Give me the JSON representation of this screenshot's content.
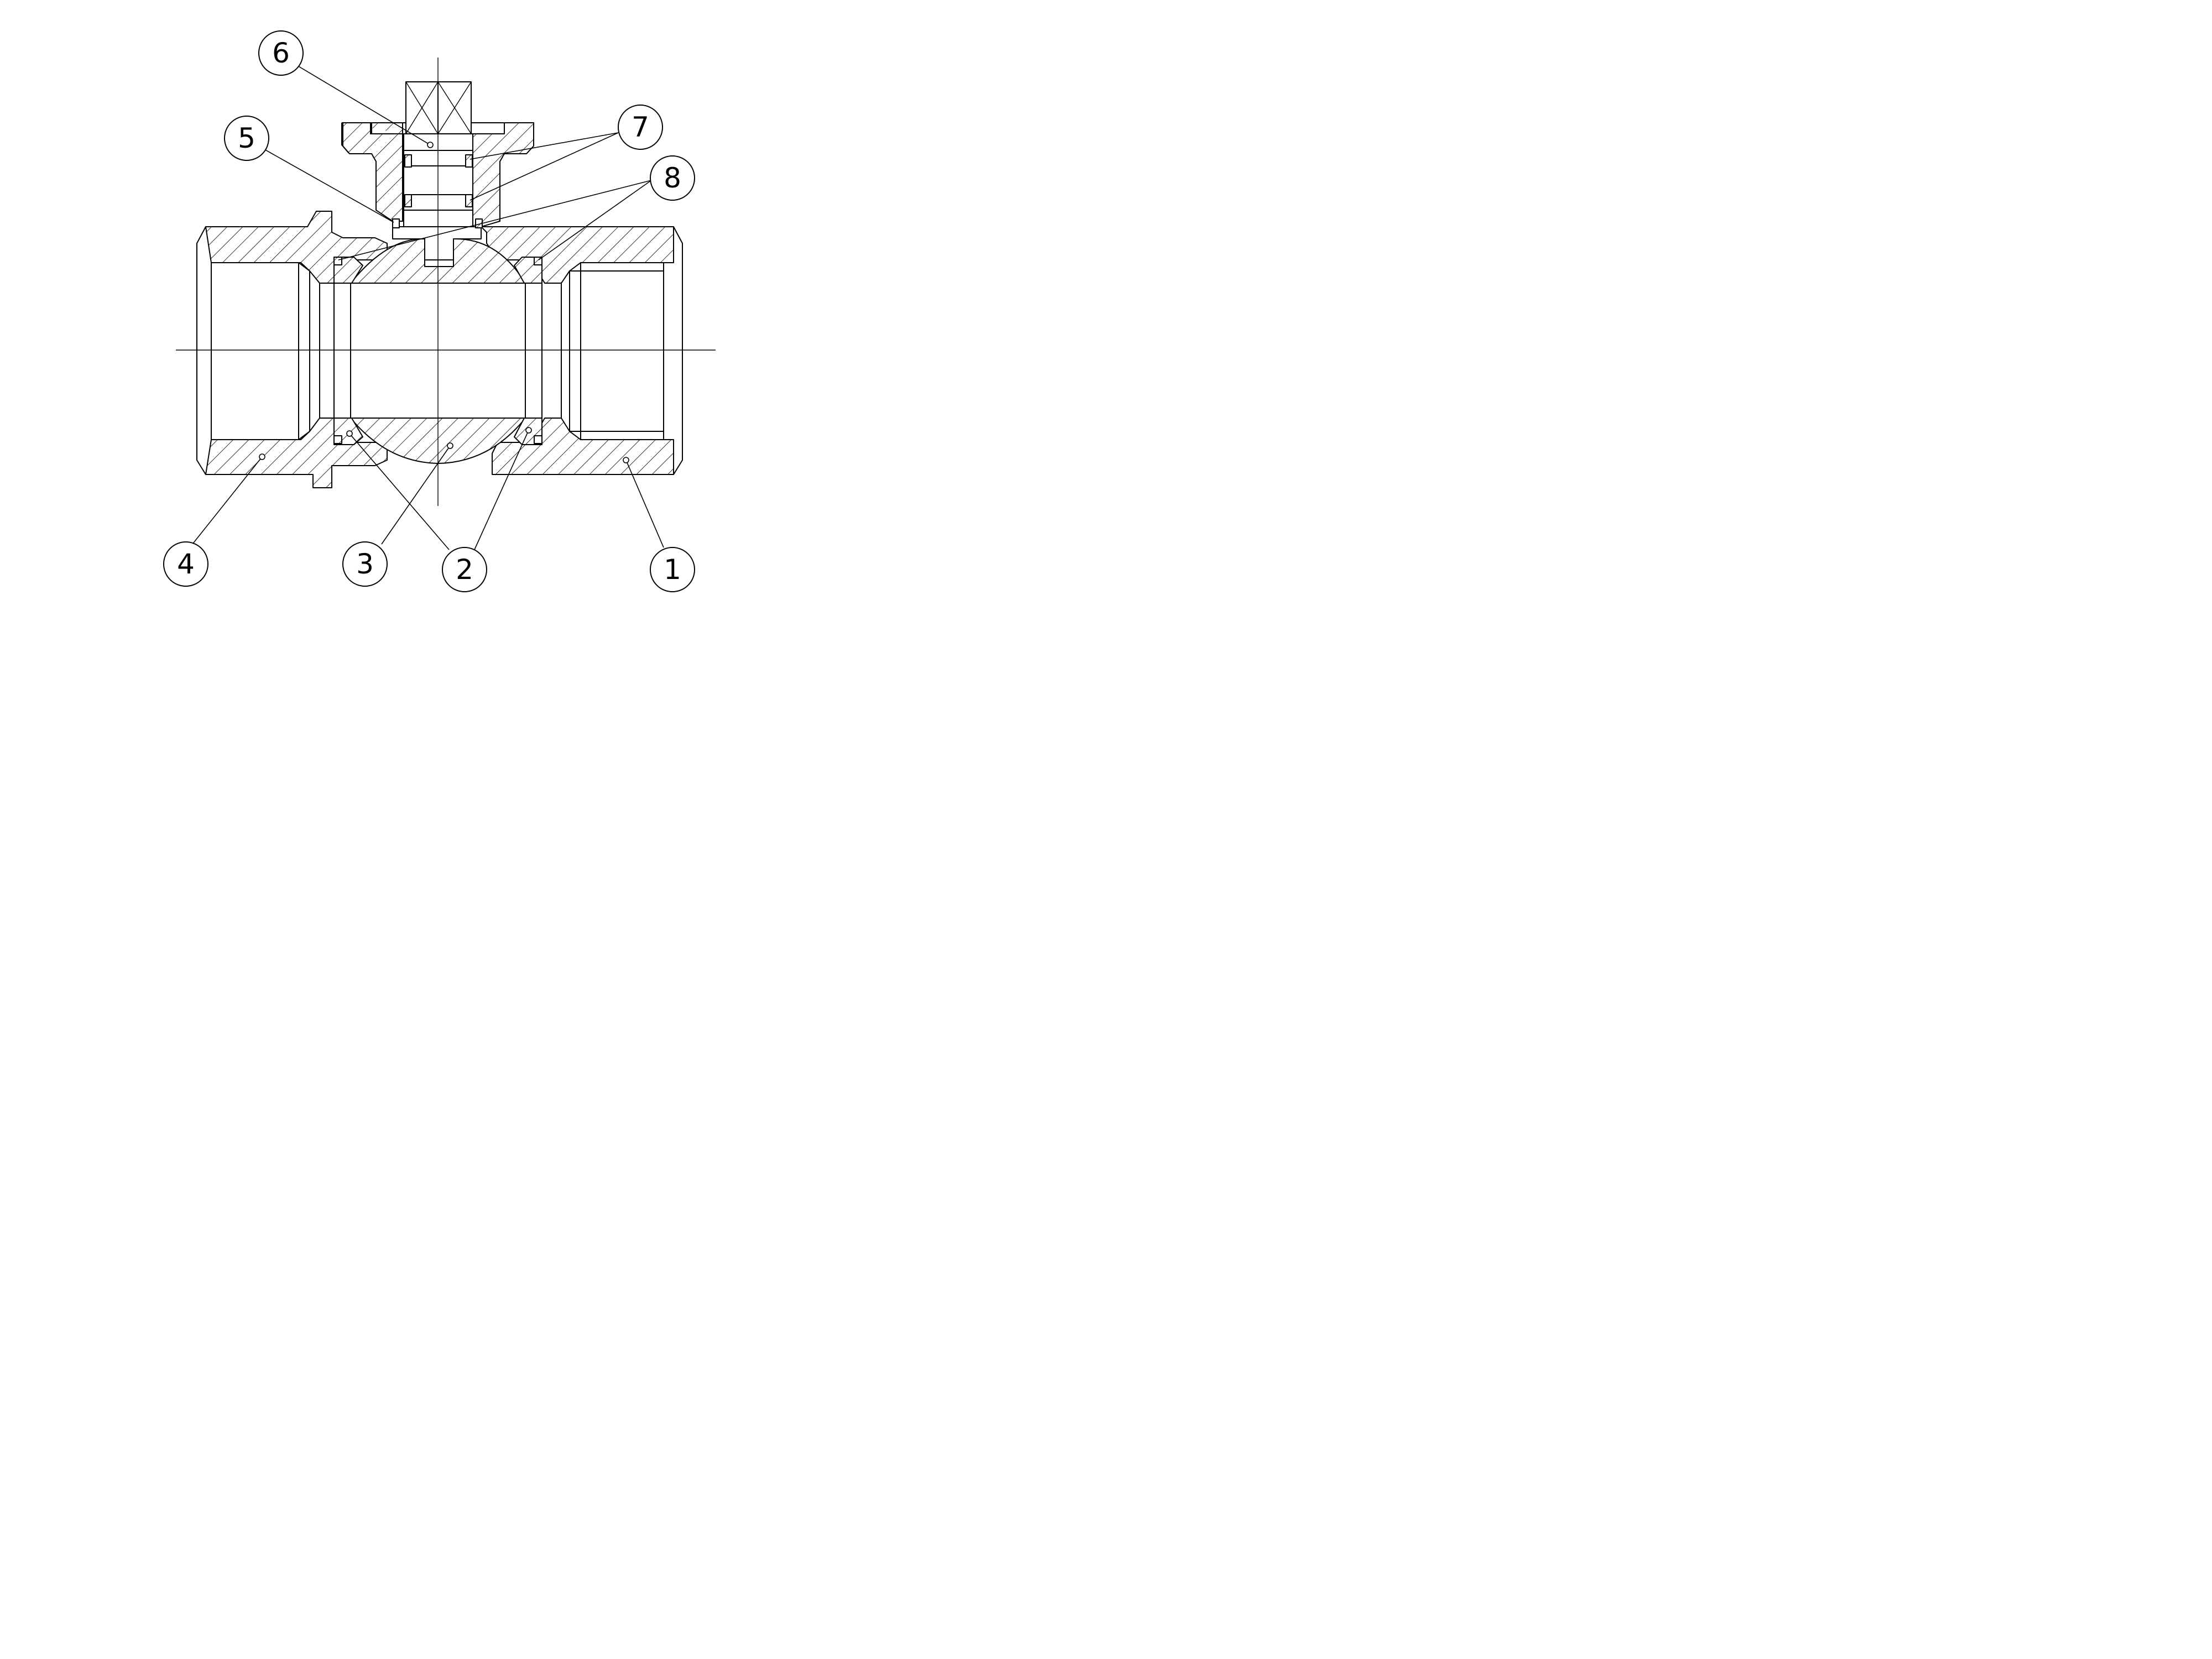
{
  "drawing": {
    "type": "ball valve cross-section assembly",
    "colors": {
      "line": "#000000",
      "background": "#ffffff"
    },
    "balloons": [
      {
        "id": "balloon-1",
        "label": "1"
      },
      {
        "id": "balloon-2",
        "label": "2"
      },
      {
        "id": "balloon-3",
        "label": "3"
      },
      {
        "id": "balloon-4",
        "label": "4"
      },
      {
        "id": "balloon-5",
        "label": "5"
      },
      {
        "id": "balloon-6",
        "label": "6"
      },
      {
        "id": "balloon-7",
        "label": "7"
      },
      {
        "id": "balloon-8",
        "label": "8"
      }
    ]
  }
}
